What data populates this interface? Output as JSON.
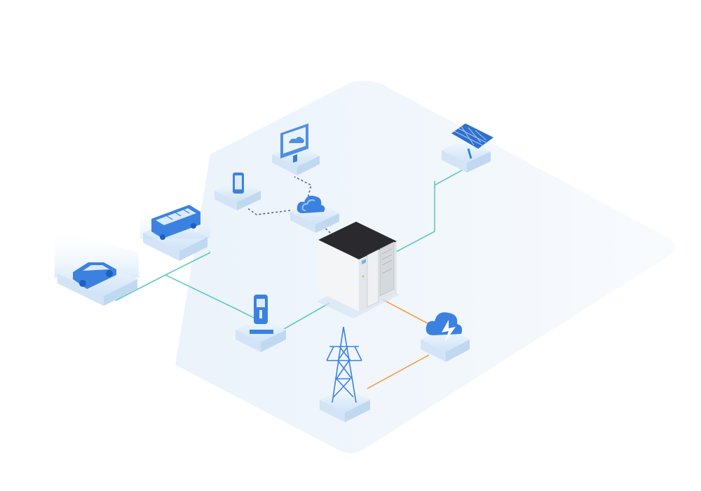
{
  "diagram": {
    "title": "",
    "nodes": [
      {
        "id": "energy-storage-cabinet",
        "icon": "energy-storage-cabinet-icon"
      },
      {
        "id": "solar-panel",
        "icon": "solar-panel-icon"
      },
      {
        "id": "monitor-cloud",
        "icon": "monitor-cloud-icon"
      },
      {
        "id": "cloud",
        "icon": "cloud-icon"
      },
      {
        "id": "smartphone",
        "icon": "smartphone-icon"
      },
      {
        "id": "bus",
        "icon": "bus-icon"
      },
      {
        "id": "car",
        "icon": "car-icon"
      },
      {
        "id": "ev-charger",
        "icon": "ev-charger-icon"
      },
      {
        "id": "power-tower",
        "icon": "power-tower-icon"
      },
      {
        "id": "storm-cloud",
        "icon": "storm-cloud-icon"
      }
    ],
    "connections": [
      {
        "from": "energy-storage-cabinet",
        "to": "solar-panel",
        "style": "solid",
        "color": "#5fc9bf"
      },
      {
        "from": "energy-storage-cabinet",
        "to": "ev-charger",
        "style": "solid",
        "color": "#5fc9bf"
      },
      {
        "from": "ev-charger",
        "to": "bus",
        "style": "solid",
        "color": "#5fc9bf"
      },
      {
        "from": "ev-charger",
        "to": "car",
        "style": "solid",
        "color": "#5fc9bf"
      },
      {
        "from": "energy-storage-cabinet",
        "to": "cloud",
        "style": "dashed",
        "color": "#556677"
      },
      {
        "from": "cloud",
        "to": "monitor-cloud",
        "style": "dashed",
        "color": "#556677"
      },
      {
        "from": "cloud",
        "to": "smartphone",
        "style": "dashed",
        "color": "#556677"
      },
      {
        "from": "energy-storage-cabinet",
        "to": "storm-cloud",
        "style": "solid",
        "color": "#f5a04a"
      },
      {
        "from": "storm-cloud",
        "to": "power-tower",
        "style": "solid",
        "color": "#f5a04a"
      }
    ]
  },
  "colors": {
    "platform": "#eef4fb",
    "tile_top": "#e3effa",
    "tile_side": "#cfe1f4",
    "icon_blue": "#3b82e0",
    "icon_light": "#bcd8f5",
    "cabinet_top": "#2a2a2e",
    "cabinet_body": "#f4f5f6"
  }
}
